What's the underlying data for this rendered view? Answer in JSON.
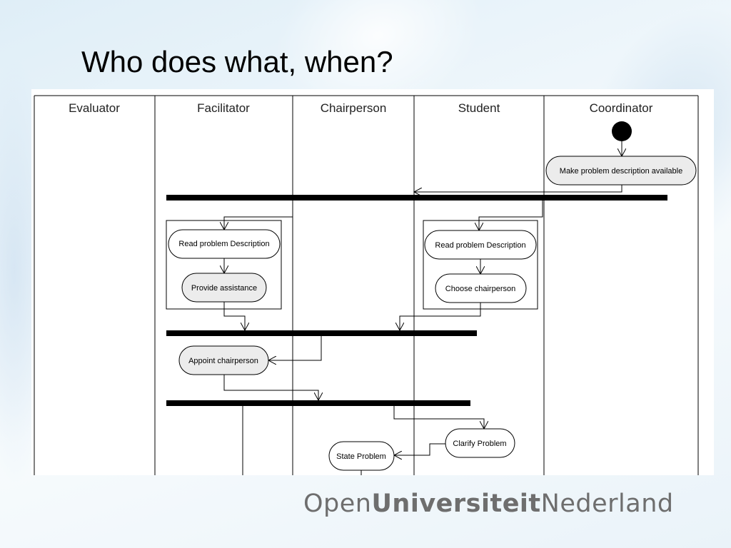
{
  "slide": {
    "title": "Who does what, when?"
  },
  "diagram": {
    "lanes": [
      {
        "id": "evaluator",
        "label": "Evaluator"
      },
      {
        "id": "facilitator",
        "label": "Facilitator"
      },
      {
        "id": "chairperson",
        "label": "Chairperson"
      },
      {
        "id": "student",
        "label": "Student"
      },
      {
        "id": "coordinator",
        "label": "Coordinator"
      }
    ],
    "activities": {
      "make_available": "Make problem description available",
      "fac_read": "Read problem Description",
      "provide_assistance": "Provide assistance",
      "stu_read": "Read problem Description",
      "choose_chair": "Choose chairperson",
      "appoint_chair": "Appoint chairperson",
      "clarify": "Clarify Problem",
      "state": "State Problem"
    }
  },
  "footer": {
    "logo_part1": "Open",
    "logo_part2": "Universiteit",
    "logo_part3": "Nederland"
  }
}
